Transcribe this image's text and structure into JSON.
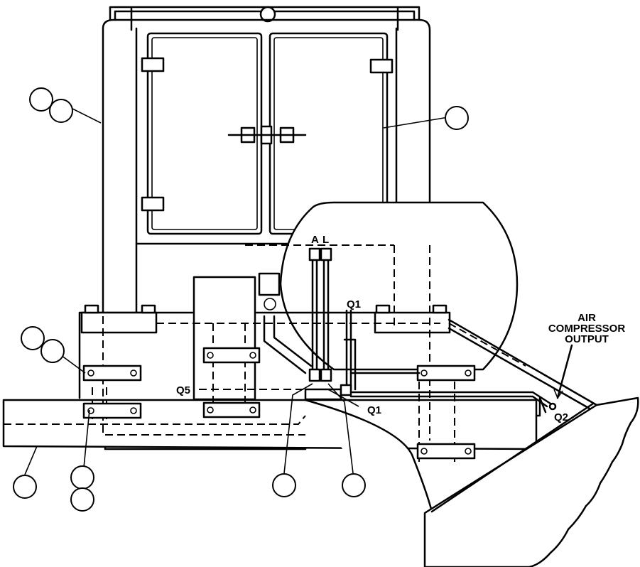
{
  "labels": {
    "air_line1": "AIR",
    "air_line2": "COMPRESSOR",
    "air_line3": "OUTPUT",
    "a": "A",
    "l": "L",
    "q1_top": "Q1",
    "q1_bottom": "Q1",
    "q5": "Q5",
    "q2": "Q2"
  }
}
